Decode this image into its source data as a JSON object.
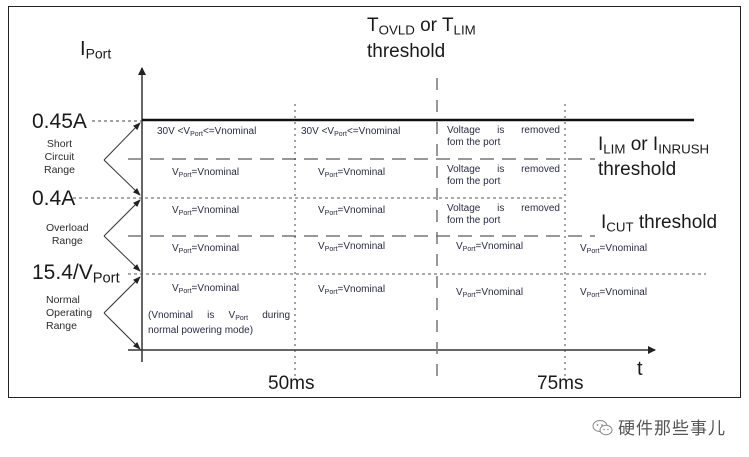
{
  "diagram": {
    "y_axis_label": {
      "main": "I",
      "sub": "Port"
    },
    "x_axis_label": "t",
    "y_levels": [
      {
        "label": "0.45A"
      },
      {
        "label": "0.4A"
      },
      {
        "label": "15.4/V",
        "sub": "Port"
      }
    ],
    "ranges": [
      {
        "label": "Short Circuit Range",
        "lines": [
          "Short",
          "Circuit",
          "Range"
        ]
      },
      {
        "label": "Overload Range",
        "lines": [
          "Overload",
          "Range"
        ]
      },
      {
        "label": "Normal Operating Range",
        "lines": [
          "Normal",
          "Operating",
          "Range"
        ]
      }
    ],
    "time_marks": [
      "50ms",
      "75ms"
    ],
    "threshold_labels": {
      "tovld": {
        "t1": "T",
        "s1": "OVLD",
        "mid": " or ",
        "t2": "T",
        "s2": "LIM",
        "line2": "threshold"
      },
      "ilim": {
        "t1": "I",
        "s1": "LIM",
        "mid": " or ",
        "t2": "I",
        "s2": "INRUSH",
        "line2": "threshold"
      },
      "icut": {
        "t1": "I",
        "s1": "CUT",
        "rest": " threshold"
      }
    },
    "cells": {
      "range_30v": {
        "pre": "30V <V",
        "sub": "Port",
        "post": "<=Vnominal"
      },
      "vnom": {
        "pre": "V",
        "sub": "Port",
        "post": "=Vnominal"
      },
      "removed": [
        "Voltage is removed",
        "fom the port"
      ],
      "note": {
        "pre": "(Vnominal is V",
        "sub": "Port",
        "post": " during",
        "line2": "normal powering mode)"
      }
    }
  },
  "watermark": {
    "text": "硬件那些事儿",
    "icon": "wechat-icon"
  }
}
